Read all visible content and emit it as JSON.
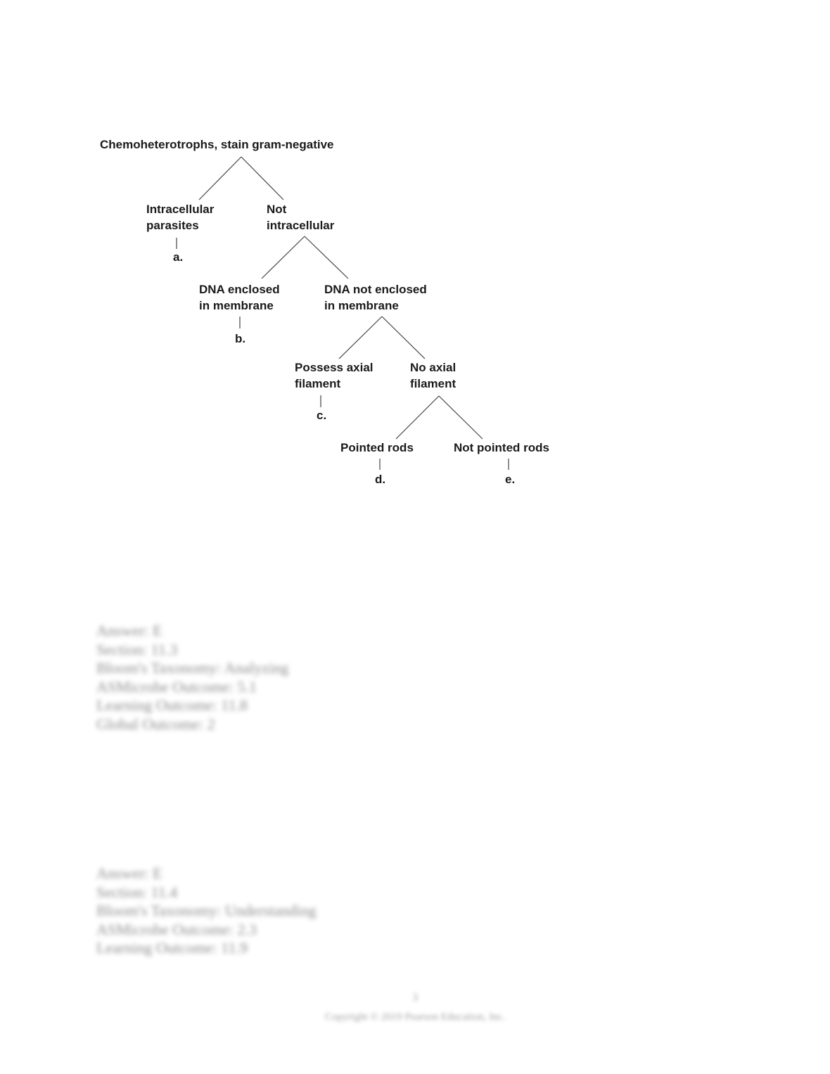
{
  "tree": {
    "root": "Chemoheterotrophs, stain gram-negative",
    "level1_left": [
      "Intracellular",
      "parasites"
    ],
    "level1_right": [
      "Not",
      "intracellular"
    ],
    "level2_left": [
      "DNA enclosed",
      "in membrane"
    ],
    "level2_right": [
      "DNA not enclosed",
      "in membrane"
    ],
    "level3_left": [
      "Possess axial",
      "filament"
    ],
    "level3_right": [
      "No axial",
      "filament"
    ],
    "level4_left": "Pointed rods",
    "level4_right": "Not pointed rods",
    "leaf_a": "a.",
    "leaf_b": "b.",
    "leaf_c": "c.",
    "leaf_d": "d.",
    "leaf_e": "e."
  },
  "answer_block_1": [
    "Answer:  E",
    "Section:  11.3",
    "Bloom's Taxonomy:  Analyzing",
    "ASMicrobe Outcome:  5.1",
    "Learning Outcome:  11.8",
    "Global Outcome:  2"
  ],
  "answer_block_2": [
    "Answer:  E",
    "Section:  11.4",
    "Bloom's Taxonomy:  Understanding",
    "ASMicrobe Outcome:  2.3",
    "Learning Outcome:  11.9"
  ],
  "footer": {
    "page_number": "3",
    "copyright": "Copyright © 2019 Pearson Education, Inc."
  }
}
